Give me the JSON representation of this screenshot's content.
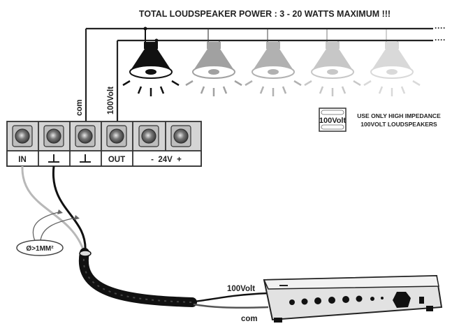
{
  "title": "TOTAL LOUDSPEAKER POWER : 3 - 20 WATTS MAXIMUM !!!",
  "wire_labels": {
    "com_vertical": "com",
    "volt_vertical": "100Volt",
    "amp_100volt": "100Volt",
    "amp_com": "com"
  },
  "terminals": [
    "IN",
    "",
    "",
    "OUT",
    "-  24V  +"
  ],
  "badge": {
    "text": "100Volt",
    "note_line1": "USE ONLY HIGH IMPEDANCE",
    "note_line2": "100VOLT LOUDSPEAKERS"
  },
  "cable_callout": "Ø>1MM²",
  "colors": {
    "wire_dark": "#111111",
    "wire_grey": "#b8b8b8",
    "speaker_shades": [
      "#111111",
      "#8c8c8c",
      "#a5a5a5",
      "#c4c4c4",
      "#d8d8d8"
    ]
  }
}
